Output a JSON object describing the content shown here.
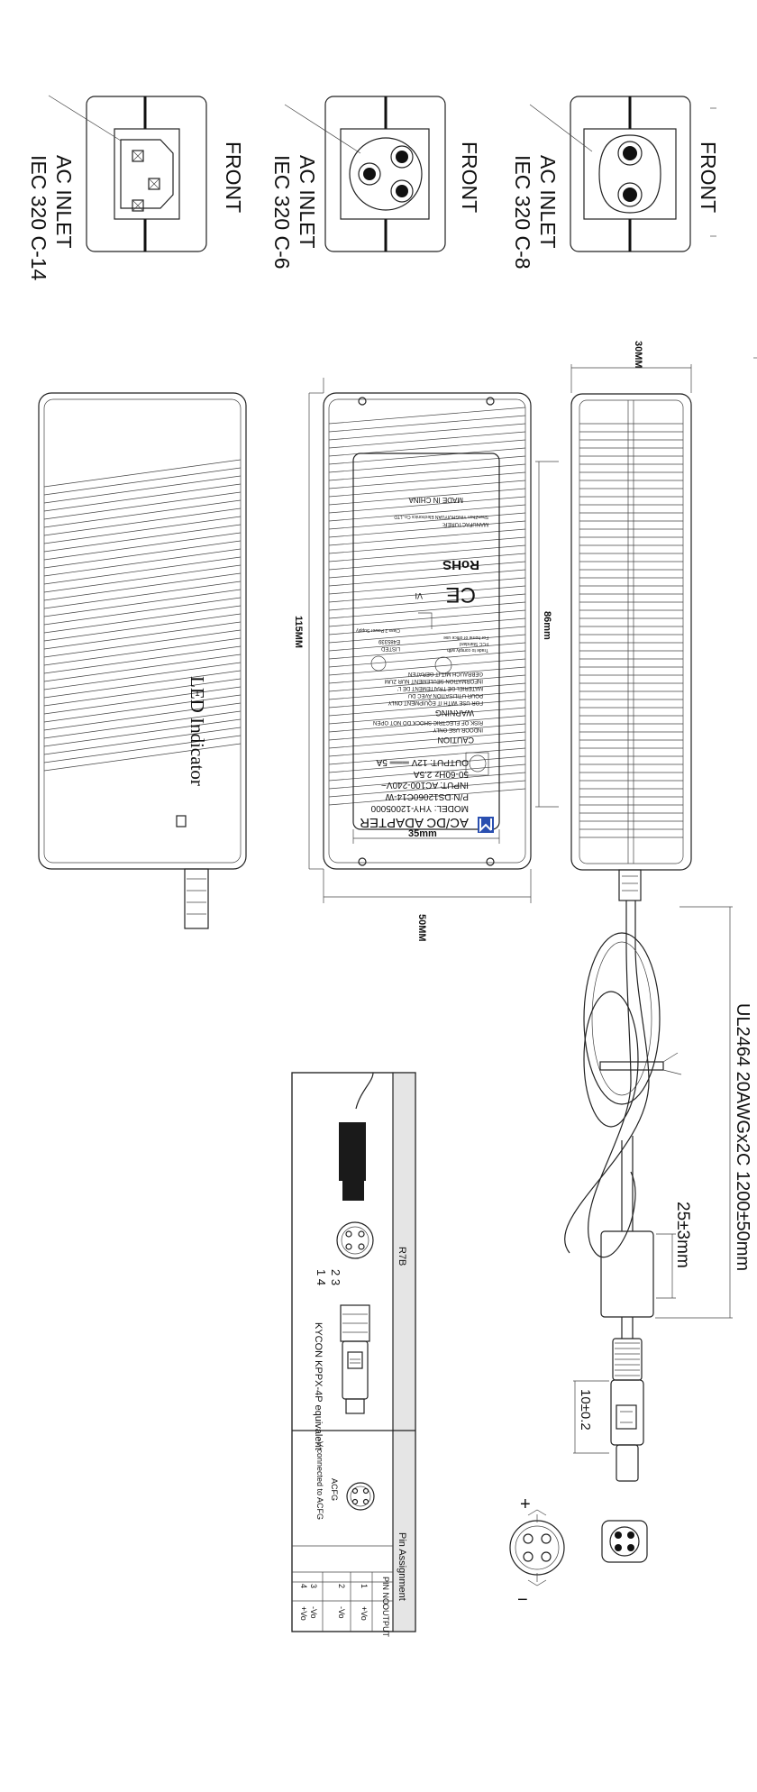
{
  "inlets": [
    {
      "label": "AC INLET",
      "standard": "IEC 320 C-8",
      "side": "FRONT"
    },
    {
      "label": "AC INLET",
      "standard": "IEC 320 C-6",
      "side": "FRONT"
    },
    {
      "label": "AC INLET",
      "standard": "IEC 320 C-14",
      "side": "FRONT"
    }
  ],
  "dimensions": {
    "width": "30MM",
    "label_height": "86mm",
    "label_width": "35mm",
    "length": "115MM",
    "depth": "50MM",
    "cable": "UL2464 20AWGx2C 1200±50mm",
    "ferrite": "25±3mm",
    "plug": "10±0.2"
  },
  "led_indicator": "LED Indicator",
  "rating_label": {
    "title": "AC/DC ADAPTER",
    "model": "MODEL: YHY-12005000",
    "pn": "P/N:DS12060C14-W",
    "input": "INPUT: AC100-240V~",
    "input2": "50-60Hz 2.5A",
    "output": "OUTPUT: 12V ═══ 5A",
    "caution": "CAUTION",
    "caution_text1": "INDOOR USE ONLY",
    "caution_text2": "RISK OF ELECTRIC SHOCK DO NOT OPEN",
    "warning": "WARNING",
    "warning_text1": "FOR USE WITH IT EQUIPMENT ONLY",
    "warning_text2": "POUR UTILISATION AVEC DU",
    "warning_text3": "MATERIEL DE TRAITEMENT DE L'",
    "warning_text4": "INFORMATION SEULEMENT NUR ZUM",
    "warning_text5": "GEBRAUCH MIT IT GERATEN",
    "listed": "LISTED",
    "listed_num": "E485339",
    "class2": "Class 2 Power Supply",
    "fcc1": "Trade to comply with",
    "fcc2": "FCC Standard",
    "fcc3": "For home or office use",
    "vi": "VI",
    "ce": "CE",
    "rohs": "RoHS",
    "manufacturer": "MANUFACTURER:",
    "manufacturer_name": "ShenZhen YINGHUIYUAN Electronics Co.,LTD",
    "made_in": "MADE IN CHINA"
  },
  "connector_table": {
    "model_header": "R7B",
    "connector_name": "KYCON KPPX-4P equivalent",
    "pins_tl": "2 3",
    "pins_bl": "1 4",
    "pin_header": "Pin Assignment",
    "acfg": "ACFG",
    "neg_note": "-V connected to ACFG",
    "col_pin": "PIN NO.",
    "col_output": "OUTPUT",
    "rows": [
      {
        "pin": "1",
        "output": "+Vo"
      },
      {
        "pin": "2",
        "output": "-Vo"
      },
      {
        "pin": "3",
        "output": "-Vo"
      },
      {
        "pin": "4",
        "output": "+Vo"
      }
    ]
  },
  "polarity": {
    "plus": "+",
    "minus": "−"
  }
}
